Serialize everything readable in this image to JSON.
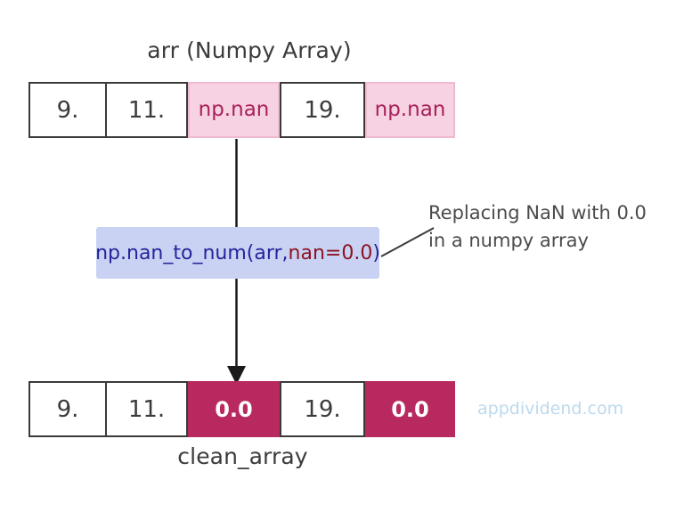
{
  "diagram": {
    "title_top": "arr (Numpy Array)",
    "title_bottom": "clean_array",
    "watermark": "appdividend.com"
  },
  "array_top": {
    "label": "arr (Numpy Array)",
    "cells": [
      {
        "text": "9.",
        "kind": "plain"
      },
      {
        "text": "11.",
        "kind": "plain"
      },
      {
        "text": "np.nan",
        "kind": "nan"
      },
      {
        "text": "19.",
        "kind": "plain"
      },
      {
        "text": "np.nan",
        "kind": "nan"
      }
    ]
  },
  "array_bottom": {
    "label": "clean_array",
    "cells": [
      {
        "text": "9.",
        "kind": "plain"
      },
      {
        "text": "11.",
        "kind": "plain"
      },
      {
        "text": "0.0",
        "kind": "filled"
      },
      {
        "text": "19.",
        "kind": "plain"
      },
      {
        "text": "0.0",
        "kind": "filled"
      }
    ]
  },
  "function_box": {
    "prefix": "np.nan_to_num(arr, ",
    "argument": "nan=0.0",
    "suffix": ")",
    "full_text": "np.nan_to_num(arr, nan=0.0)"
  },
  "annotation": {
    "line1": "Replacing NaN with 0.0",
    "line2": "in a numpy array"
  },
  "colors": {
    "nan_fill": "#f7d2e3",
    "nan_border": "#efb9d2",
    "nan_text": "#a8215a",
    "filled_fill": "#b82a5f",
    "filled_text": "#ffffff",
    "function_box_fill": "#c9d2f2",
    "function_text": "#25239c",
    "function_arg_text": "#8c1322",
    "cell_border": "#3a3a3a",
    "text": "#3b3b3b",
    "watermark": "#bcd9ee",
    "arrow": "#1a1a1a"
  }
}
